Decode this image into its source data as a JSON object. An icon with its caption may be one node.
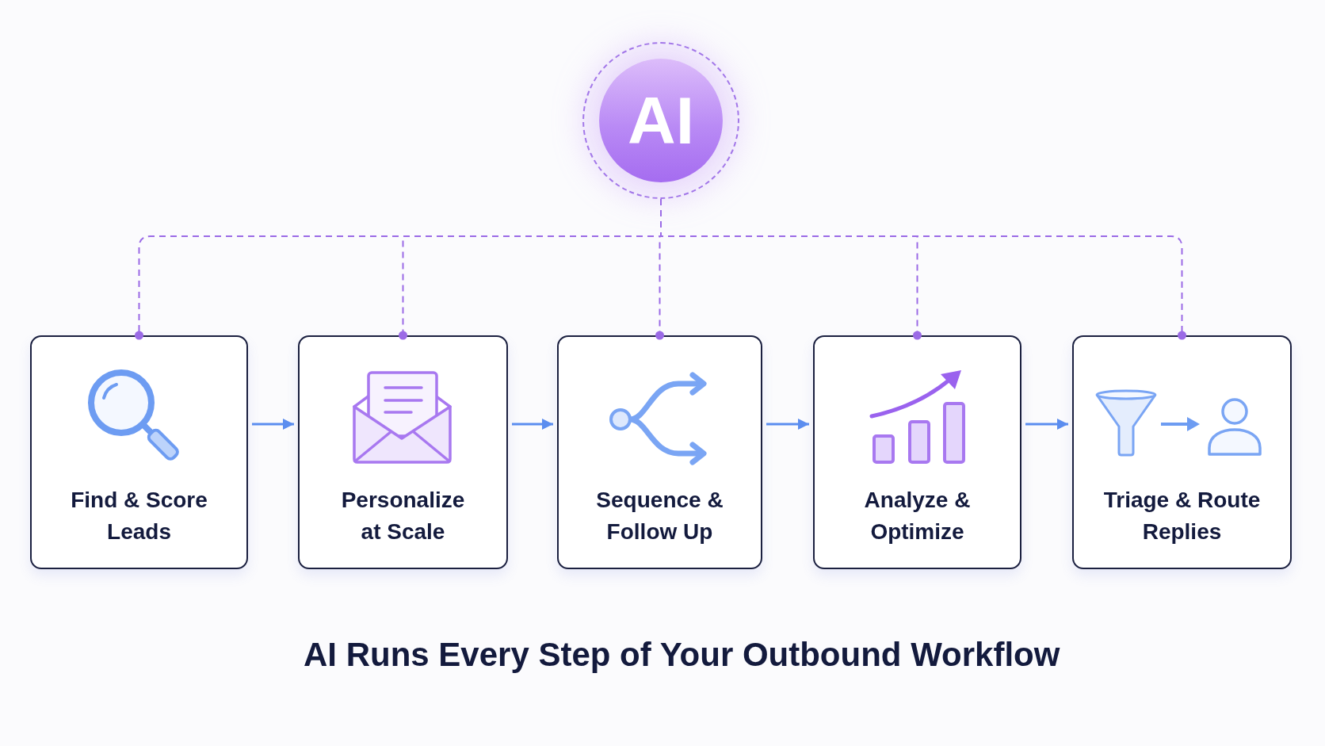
{
  "diagram": {
    "title": "AI Runs Every Step of Your Outbound Workflow",
    "nodes": [
      {
        "text": [
          "AI"
        ]
      },
      {
        "text": [
          "Find & Score Leads"
        ]
      },
      {
        "text": [
          "Personalize at Scale"
        ]
      },
      {
        "text": [
          "Sequence & Follow Up"
        ]
      },
      {
        "text": [
          "Analyze & Optimize"
        ]
      },
      {
        "text": [
          "Triage & Route Replies"
        ]
      }
    ],
    "edges": [
      {
        "from": 0,
        "to": 1,
        "arrow": "other",
        "style": "dashed"
      },
      {
        "from": 0,
        "to": 2,
        "arrow": "other",
        "style": "dashed"
      },
      {
        "from": 0,
        "to": 3,
        "arrow": "other",
        "style": "dashed"
      },
      {
        "from": 0,
        "to": 4,
        "arrow": "other",
        "style": "dashed"
      },
      {
        "from": 0,
        "to": 5,
        "arrow": "other",
        "style": "dashed"
      },
      {
        "from": 1,
        "to": 2,
        "arrow": "to",
        "color": "#5b8def"
      },
      {
        "from": 2,
        "to": 3,
        "arrow": "to",
        "color": "#5b8def"
      },
      {
        "from": 3,
        "to": 4,
        "arrow": "to",
        "color": "#5b8def"
      },
      {
        "from": 4,
        "to": 5,
        "arrow": "to",
        "color": "#5b8def"
      }
    ]
  }
}
